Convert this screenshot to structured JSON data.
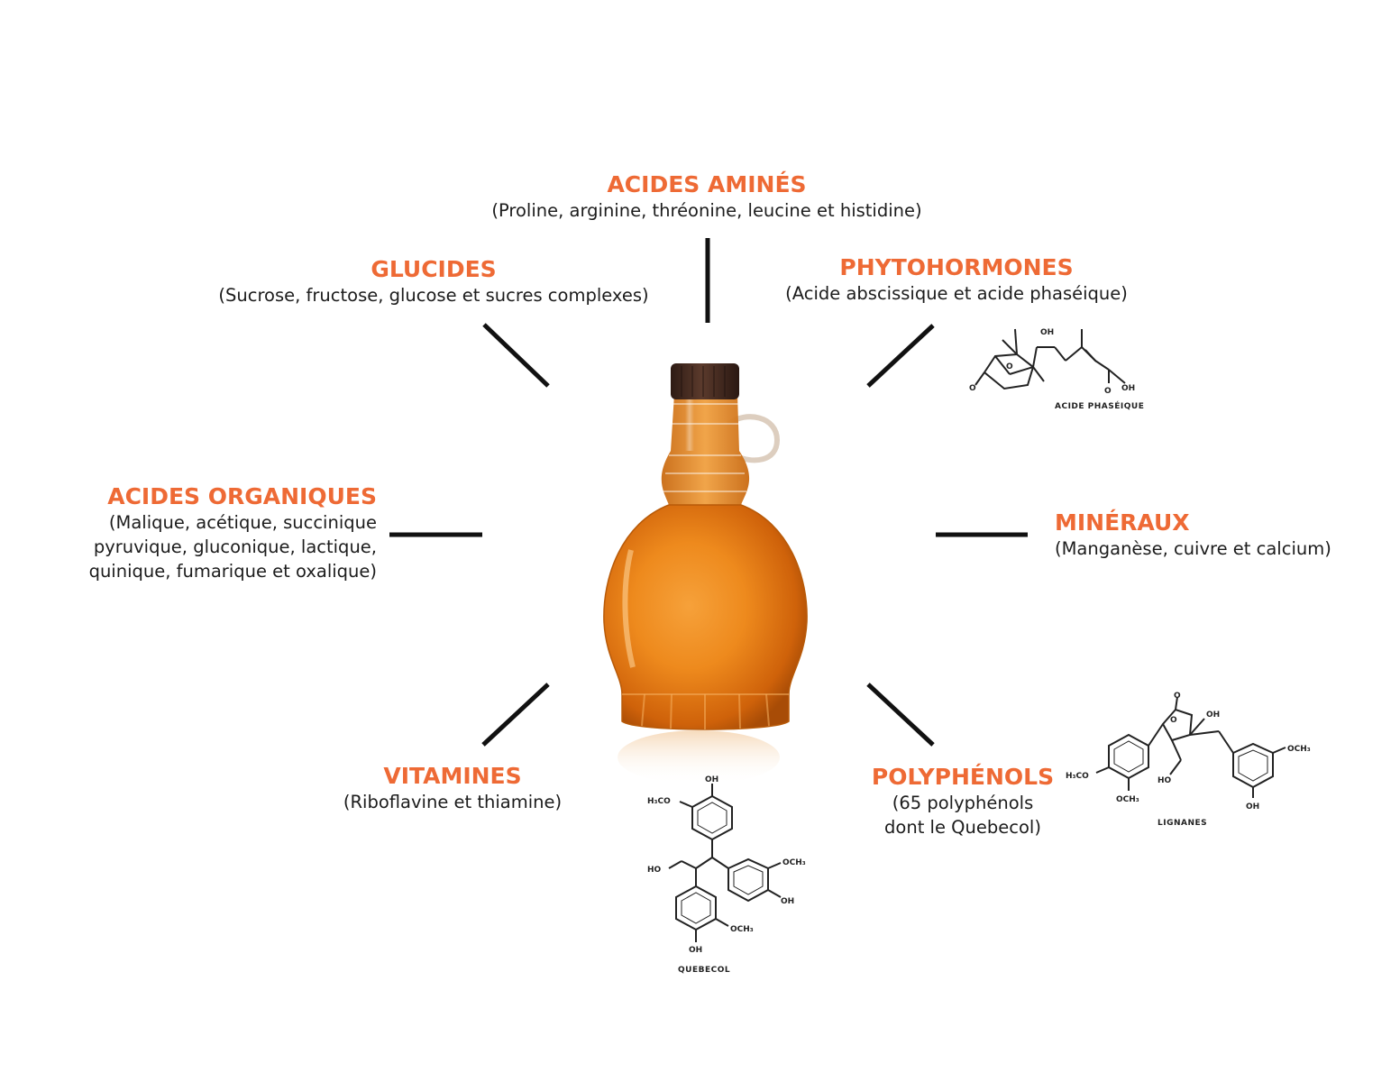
{
  "categories": {
    "acides_amines": {
      "title": "ACIDES AMINÉS",
      "desc": "(Proline, arginine, thréonine, leucine et histidine)"
    },
    "glucides": {
      "title": "GLUCIDES",
      "desc": "(Sucrose, fructose, glucose et sucres complexes)"
    },
    "phytohormones": {
      "title": "PHYTOHORMONES",
      "desc": "(Acide abscissique et acide phaséique)"
    },
    "acides_organiques": {
      "title": "ACIDES ORGANIQUES",
      "desc_lines": [
        "(Malique, acétique, succinique",
        "pyruvique, gluconique, lactique,",
        "quinique, fumarique et oxalique)"
      ]
    },
    "mineraux": {
      "title": "MINÉRAUX",
      "desc": "(Manganèse, cuivre et calcium)"
    },
    "vitamines": {
      "title": "VITAMINES",
      "desc": "(Riboflavine et thiamine)"
    },
    "polyphenols": {
      "title": "POLYPHÉNOLS",
      "desc_lines": [
        "(65 polyphénols",
        "dont le Quebecol)"
      ]
    }
  },
  "molecules": {
    "acide_phaseique": {
      "caption": "ACIDE PHASÉIQUE",
      "atoms": {
        "oh_top": "OH",
        "o_bridge": "O",
        "o_ketone": "O",
        "o_acid": "O",
        "oh_acid": "OH"
      }
    },
    "lignanes": {
      "caption": "LIGNANES",
      "atoms": {
        "o_ring": "O",
        "o_carbonyl": "O",
        "oh": "OH",
        "ho": "HO",
        "h3co": "H₃CO",
        "och3_left": "OCH₃",
        "och3_right": "OCH₃",
        "oh_right": "OH"
      }
    },
    "quebecol": {
      "caption": "QUEBECOL",
      "atoms": {
        "oh_top": "OH",
        "h3co": "H₃CO",
        "ho": "HO",
        "och3_mid": "OCH₃",
        "oh_mid": "OH",
        "och3_low": "OCH₃",
        "oh_bottom": "OH"
      }
    }
  },
  "colors": {
    "title": "#ee6a35",
    "text": "#1c1c1c",
    "connector": "#111111",
    "syrup": "#e0780f",
    "cap": "#4a2d22"
  }
}
